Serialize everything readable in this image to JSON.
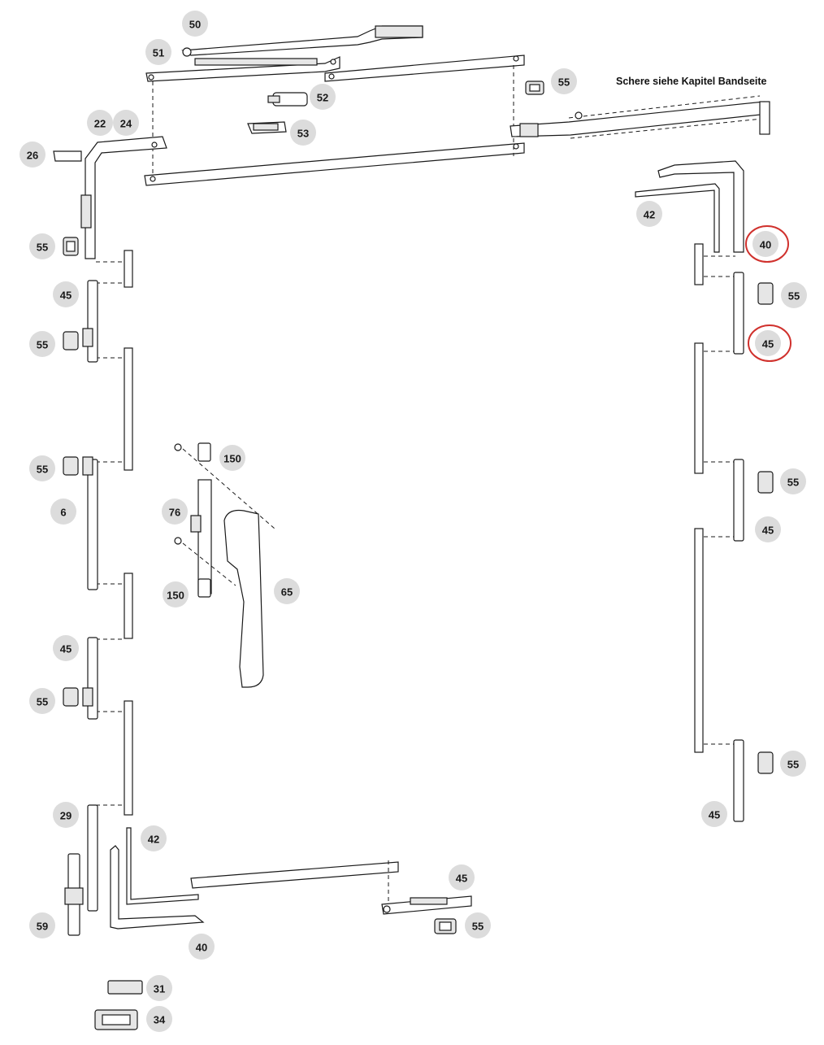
{
  "note": "Schere siehe Kapitel Bandseite",
  "callouts": [
    {
      "id": "c50",
      "label": "50"
    },
    {
      "id": "c51",
      "label": "51"
    },
    {
      "id": "c55a",
      "label": "55"
    },
    {
      "id": "c52",
      "label": "52"
    },
    {
      "id": "c53",
      "label": "53"
    },
    {
      "id": "c22",
      "label": "22"
    },
    {
      "id": "c24",
      "label": "24"
    },
    {
      "id": "c26",
      "label": "26"
    },
    {
      "id": "c42a",
      "label": "42"
    },
    {
      "id": "c40a",
      "label": "40",
      "highlight": true
    },
    {
      "id": "c55b",
      "label": "55"
    },
    {
      "id": "c45a",
      "label": "45"
    },
    {
      "id": "c55c",
      "label": "55"
    },
    {
      "id": "c45b",
      "label": "45",
      "highlight": true
    },
    {
      "id": "c55d",
      "label": "55"
    },
    {
      "id": "c150a",
      "label": "150"
    },
    {
      "id": "c55e",
      "label": "55"
    },
    {
      "id": "c6",
      "label": "6"
    },
    {
      "id": "c76",
      "label": "76"
    },
    {
      "id": "c55f",
      "label": "55"
    },
    {
      "id": "c45c",
      "label": "45"
    },
    {
      "id": "c150b",
      "label": "150"
    },
    {
      "id": "c65",
      "label": "65"
    },
    {
      "id": "c45d",
      "label": "45"
    },
    {
      "id": "c55g",
      "label": "55"
    },
    {
      "id": "c55h",
      "label": "55"
    },
    {
      "id": "c29",
      "label": "29"
    },
    {
      "id": "c45e",
      "label": "45"
    },
    {
      "id": "c42b",
      "label": "42"
    },
    {
      "id": "c45f",
      "label": "45"
    },
    {
      "id": "c59",
      "label": "59"
    },
    {
      "id": "c55i",
      "label": "55"
    },
    {
      "id": "c40b",
      "label": "40"
    },
    {
      "id": "c31",
      "label": "31"
    },
    {
      "id": "c34",
      "label": "34"
    }
  ],
  "colors": {
    "badge": "#dcdcdc",
    "highlight": "#d0312d",
    "line": "#1a1a1a"
  }
}
